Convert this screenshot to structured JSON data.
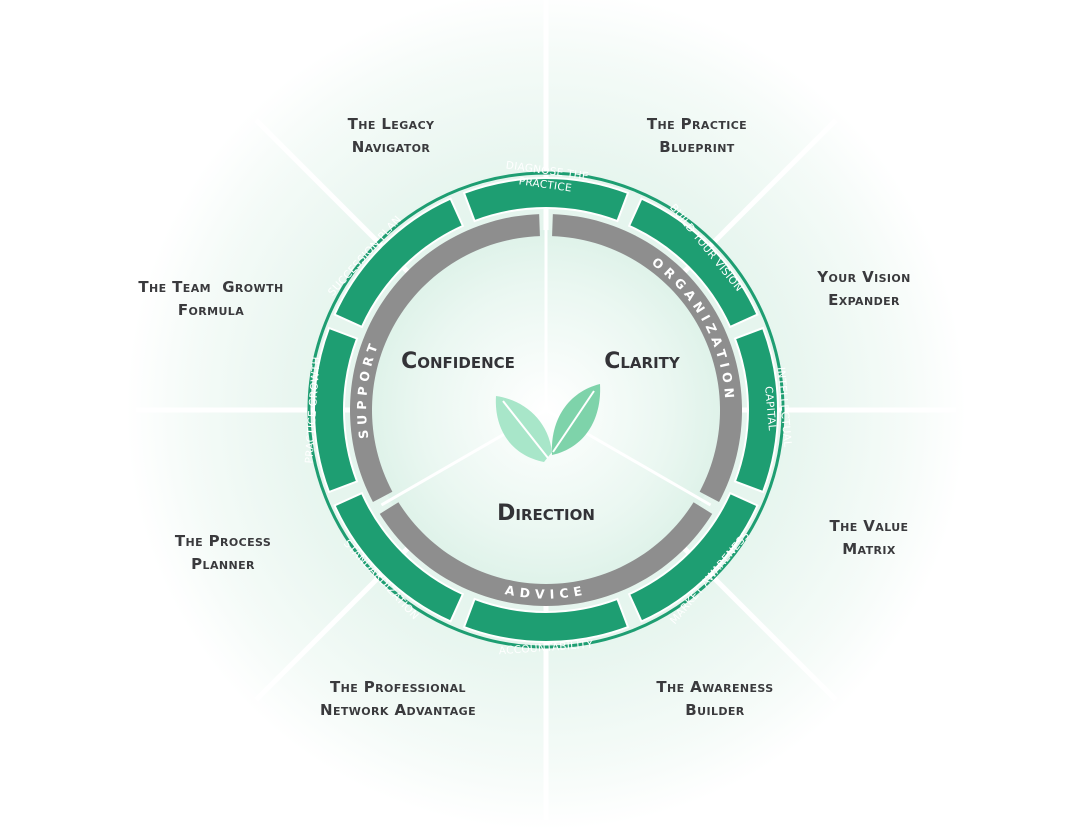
{
  "outer_labels": {
    "legacy": [
      "The Legacy",
      "Navigator"
    ],
    "blueprint": [
      "The Practice",
      "Blueprint"
    ],
    "vision": [
      "Your Vision",
      "Expander"
    ],
    "value": [
      "The Value",
      "Matrix"
    ],
    "awareness": [
      "The Awareness",
      "Builder"
    ],
    "network": [
      "The Professional",
      "Network Advantage"
    ],
    "process": [
      "The Process",
      "Planner"
    ],
    "team": [
      "The Team  Growth",
      "Formula"
    ]
  },
  "segments": {
    "diagnose": [
      "DIAGNOSE THE",
      "PRACTICE"
    ],
    "build": "BUILD YOUR VISION",
    "intellectual": [
      "INTELLECTUAL",
      "CAPITAL"
    ],
    "market": "MARKET AWARENESS",
    "accountability": "ACCOUNTABILITY",
    "standardization": "STANDARDIZATION",
    "practice_growth": "PRACTICE GROWTH",
    "succession": "SUCCESSION PLAN"
  },
  "ring": {
    "organization": "ORGANIZATION",
    "advice": "ADVICE",
    "support": "SUPPORT"
  },
  "core": {
    "confidence": "Confidence",
    "clarity": "Clarity",
    "direction": "Direction"
  },
  "colors": {
    "segment_green": "#1e9e72",
    "ring_gray": "#8e8e8e",
    "leaf_light": "#a8e6c9",
    "leaf_dark": "#7ed3aa"
  }
}
